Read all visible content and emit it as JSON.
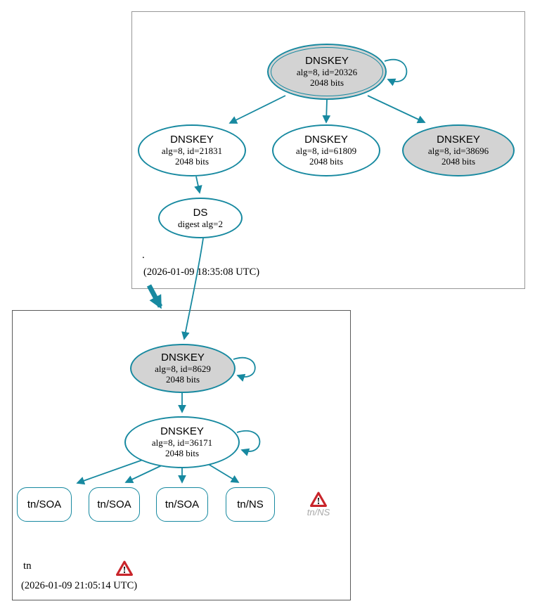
{
  "colors": {
    "teal": "#1789a0",
    "gray_fill": "#d3d3d3",
    "white_fill": "#ffffff",
    "box1_border": "#979797",
    "box2_border": "#5a5a5a",
    "warn_red": "#c9252b",
    "muted": "#a8a8a8"
  },
  "icons": {
    "warning": "warning-triangle"
  },
  "root_zone": {
    "name": ".",
    "timestamp": "(2026-01-09 18:35:08 UTC)",
    "ksk": {
      "title": "DNSKEY",
      "detail": "alg=8, id=20326",
      "bits": "2048 bits"
    },
    "zsk_left": {
      "title": "DNSKEY",
      "detail": "alg=8, id=21831",
      "bits": "2048 bits"
    },
    "zsk_mid": {
      "title": "DNSKEY",
      "detail": "alg=8, id=61809",
      "bits": "2048 bits"
    },
    "key_right": {
      "title": "DNSKEY",
      "detail": "alg=8, id=38696",
      "bits": "2048 bits"
    },
    "ds": {
      "title": "DS",
      "detail": "digest alg=2"
    }
  },
  "tn_zone": {
    "name": "tn",
    "timestamp": "(2026-01-09 21:05:14 UTC)",
    "ksk": {
      "title": "DNSKEY",
      "detail": "alg=8, id=8629",
      "bits": "2048 bits"
    },
    "zsk": {
      "title": "DNSKEY",
      "detail": "alg=8, id=36171",
      "bits": "2048 bits"
    },
    "rrsets": [
      {
        "label": "tn/SOA"
      },
      {
        "label": "tn/SOA"
      },
      {
        "label": "tn/SOA"
      },
      {
        "label": "tn/NS"
      }
    ],
    "warning_rrset_label": "tn/NS",
    "warning_mark": "!"
  }
}
